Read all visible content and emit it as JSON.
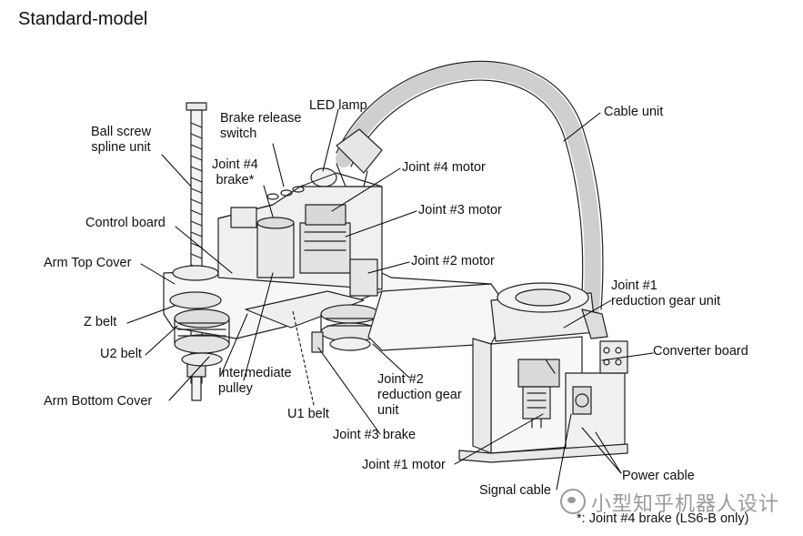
{
  "title": "Standard-model",
  "labels": {
    "ball_screw": "Ball screw\nspline unit",
    "brake_release": "Brake release\nswitch",
    "led_lamp": "LED lamp",
    "cable_unit": "Cable unit",
    "joint4_brake": "Joint #4\nbrake*",
    "joint4_motor": "Joint #4 motor",
    "joint3_motor": "Joint #3 motor",
    "control_board": "Control board",
    "joint2_motor": "Joint #2 motor",
    "arm_top_cover": "Arm Top Cover",
    "joint1_reduction": "Joint #1\nreduction gear unit",
    "z_belt": "Z belt",
    "converter_board": "Converter board",
    "u2_belt": "U2 belt",
    "intermediate_pulley": "Intermediate\npulley",
    "joint2_reduction": "Joint #2\nreduction gear\nunit",
    "arm_bottom_cover": "Arm  Bottom  Cover",
    "u1_belt": "U1 belt",
    "joint3_brake": "Joint #3 brake",
    "joint1_motor": "Joint #1 motor",
    "power_cable": "Power cable",
    "signal_cable": "Signal cable"
  },
  "footnote": "*: Joint #4 brake (LS6-B only)",
  "watermark": "小型知乎机器人设计"
}
